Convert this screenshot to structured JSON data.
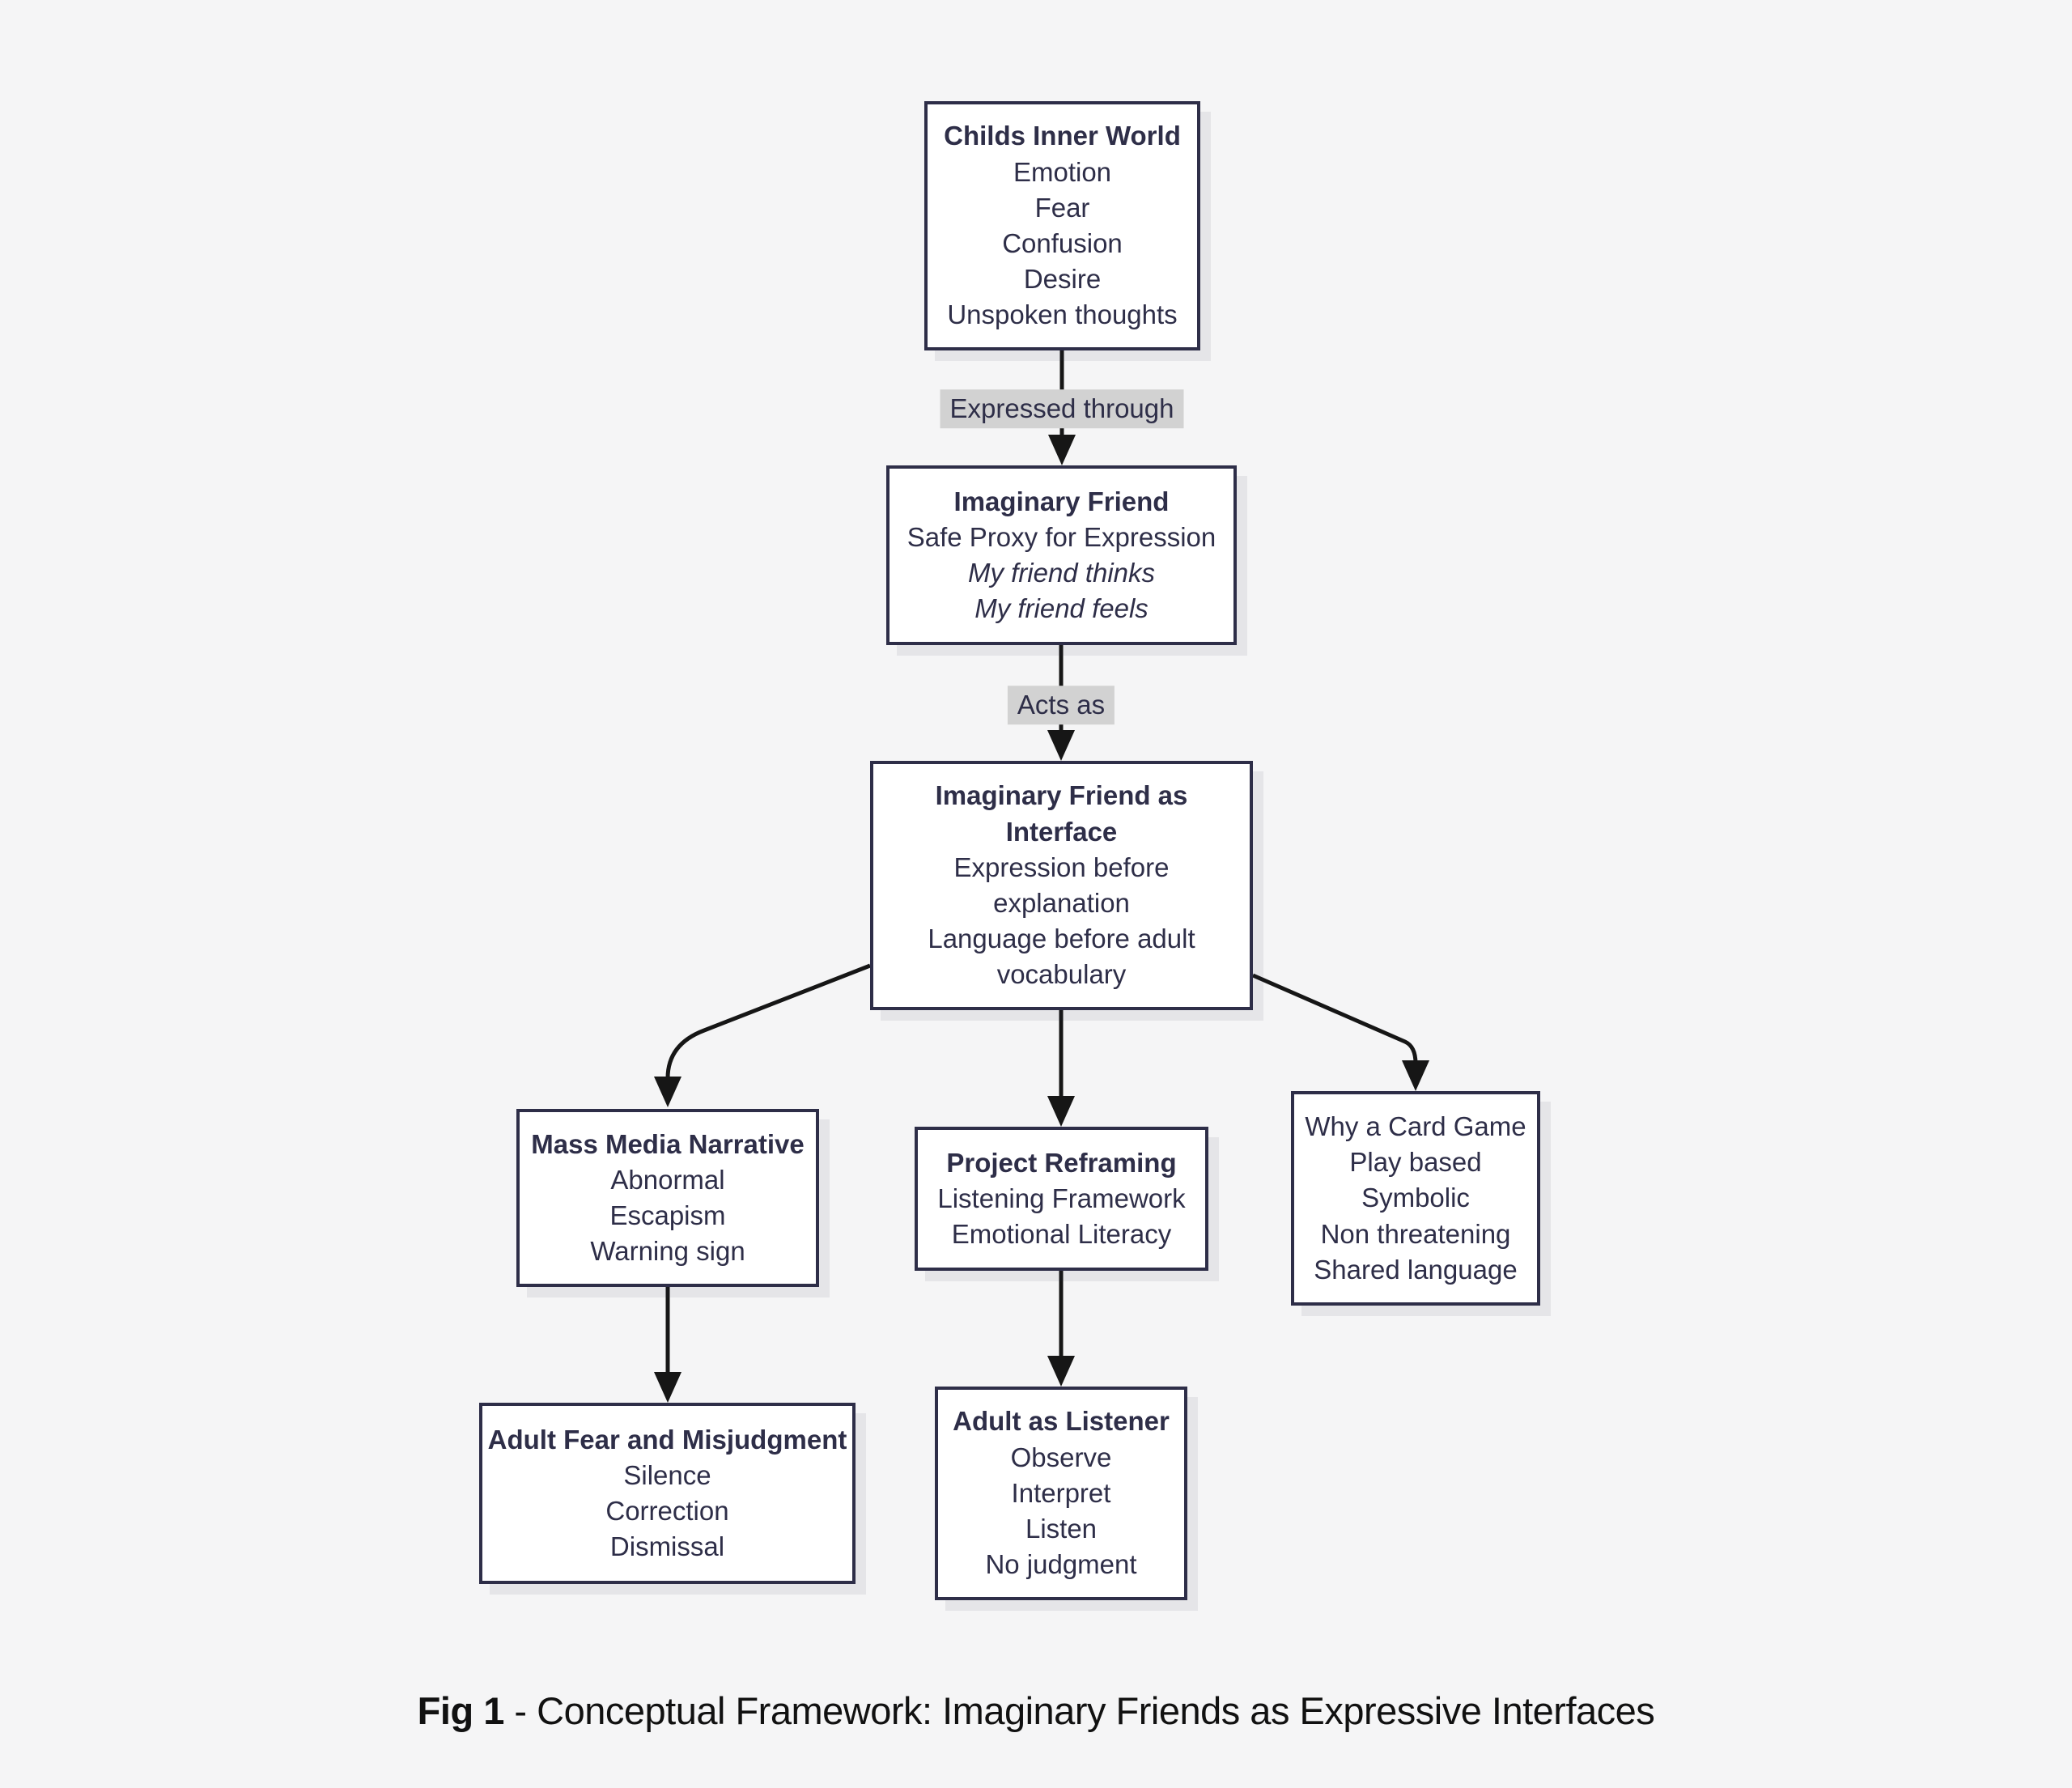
{
  "palette": {
    "background": "#f5f5f6",
    "node_fill": "#ffffff",
    "node_border": "#2e2e48",
    "node_text": "#2e2e48",
    "arrow": "#161616",
    "edge_label_bg": "#d2d2d2",
    "caption_text": "#111111"
  },
  "nodes": {
    "childs_inner_world": {
      "title": "Childs Inner World",
      "lines": [
        "Emotion",
        "Fear",
        "Confusion",
        "Desire",
        "Unspoken thoughts"
      ]
    },
    "imaginary_friend": {
      "title": "Imaginary Friend",
      "lines": [
        "Safe Proxy for Expression"
      ],
      "italic_lines": [
        "My friend thinks",
        "My friend feels"
      ]
    },
    "interface": {
      "title": "Imaginary Friend as Interface",
      "lines": [
        "Expression before explanation",
        "Language before adult vocabulary"
      ]
    },
    "mass_media": {
      "title": "Mass Media Narrative",
      "lines": [
        "Abnormal",
        "Escapism",
        "Warning sign"
      ]
    },
    "reframing": {
      "title": "Project Reframing",
      "lines": [
        "Listening Framework",
        "Emotional Literacy"
      ]
    },
    "card_game": {
      "lines": [
        "Why a Card Game",
        "Play based",
        "Symbolic",
        "Non threatening",
        "Shared language"
      ]
    },
    "adult_fear": {
      "title": "Adult Fear and Misjudgment",
      "lines": [
        "Silence",
        "Correction",
        "Dismissal"
      ]
    },
    "adult_listener": {
      "title": "Adult as Listener",
      "lines": [
        "Observe",
        "Interpret",
        "Listen",
        "No judgment"
      ]
    }
  },
  "edge_labels": {
    "expressed_through": "Expressed through",
    "acts_as": "Acts as"
  },
  "caption": {
    "fig": "Fig 1",
    "text": "- Conceptual Framework: Imaginary Friends as Expressive Interfaces"
  }
}
